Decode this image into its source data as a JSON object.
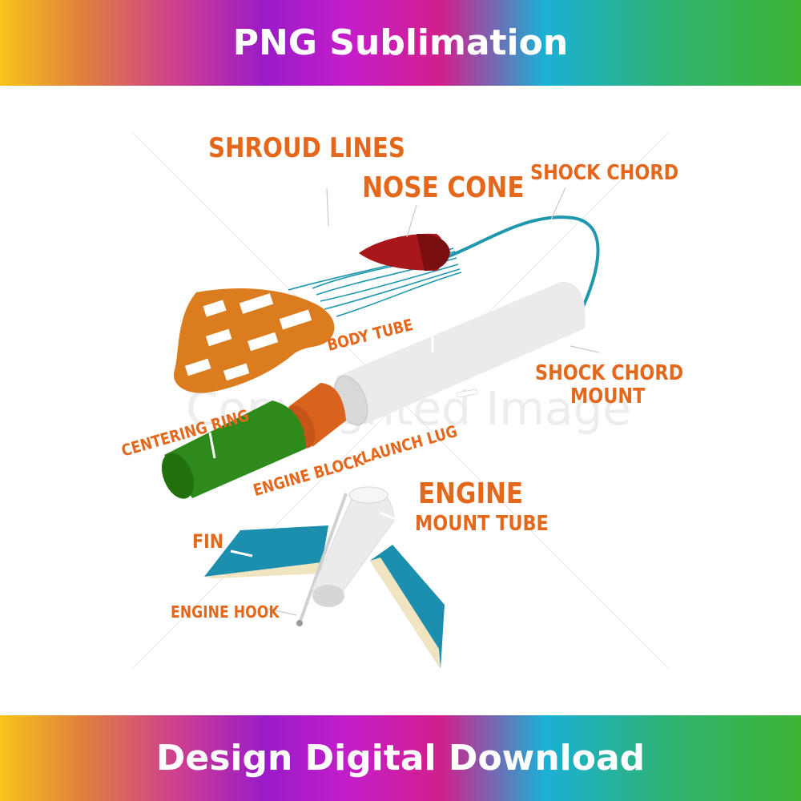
{
  "header": {
    "title": "PNG Sublimation"
  },
  "footer": {
    "title": "Design Digital Download"
  },
  "watermark": "Copyrighted Image",
  "colors": {
    "label": "#e4681c",
    "nose_cone": "#a8171a",
    "parachute": "#db7d1f",
    "shock_cord": "#1f98ad",
    "body_tube": "#ebebeb",
    "engine_block": "#d9621c",
    "centering_ring": "#2f8a1c",
    "fin": "#1c8fae",
    "fin_edge": "#f1e4c0"
  },
  "labels": {
    "shroud_lines": "SHROUD LINES",
    "nose_cone": "NOSE CONE",
    "shock_chord": "SHOCK CHORD",
    "body_tube": "BODY TUBE",
    "shock_chord_mount_1": "SHOCK CHORD",
    "shock_chord_mount_2": "MOUNT",
    "centering_ring": "CENTERING RING",
    "engine_block": "ENGINE BLOCK",
    "launch_lug": "LAUNCH LUG",
    "engine_1": "ENGINE",
    "engine_2": "MOUNT TUBE",
    "fin": "FIN",
    "engine_hook": "ENGINE HOOK"
  }
}
